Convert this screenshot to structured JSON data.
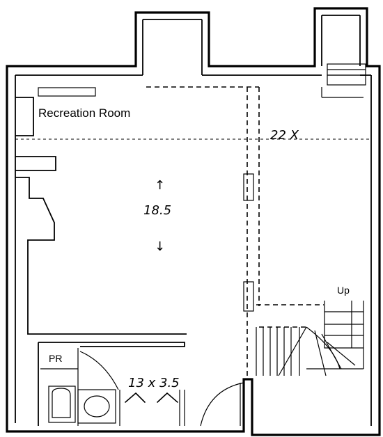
{
  "rooms": {
    "recreation": {
      "label": "Recreation Room"
    },
    "powder_room": {
      "label": "PR"
    }
  },
  "dimensions": {
    "recreation_width": "22 X",
    "recreation_length": "18.5",
    "length_arrow_up": "↑",
    "length_arrow_down": "↓",
    "pr_dims": "13 x 3.5"
  },
  "stairs": {
    "label": "Up"
  }
}
